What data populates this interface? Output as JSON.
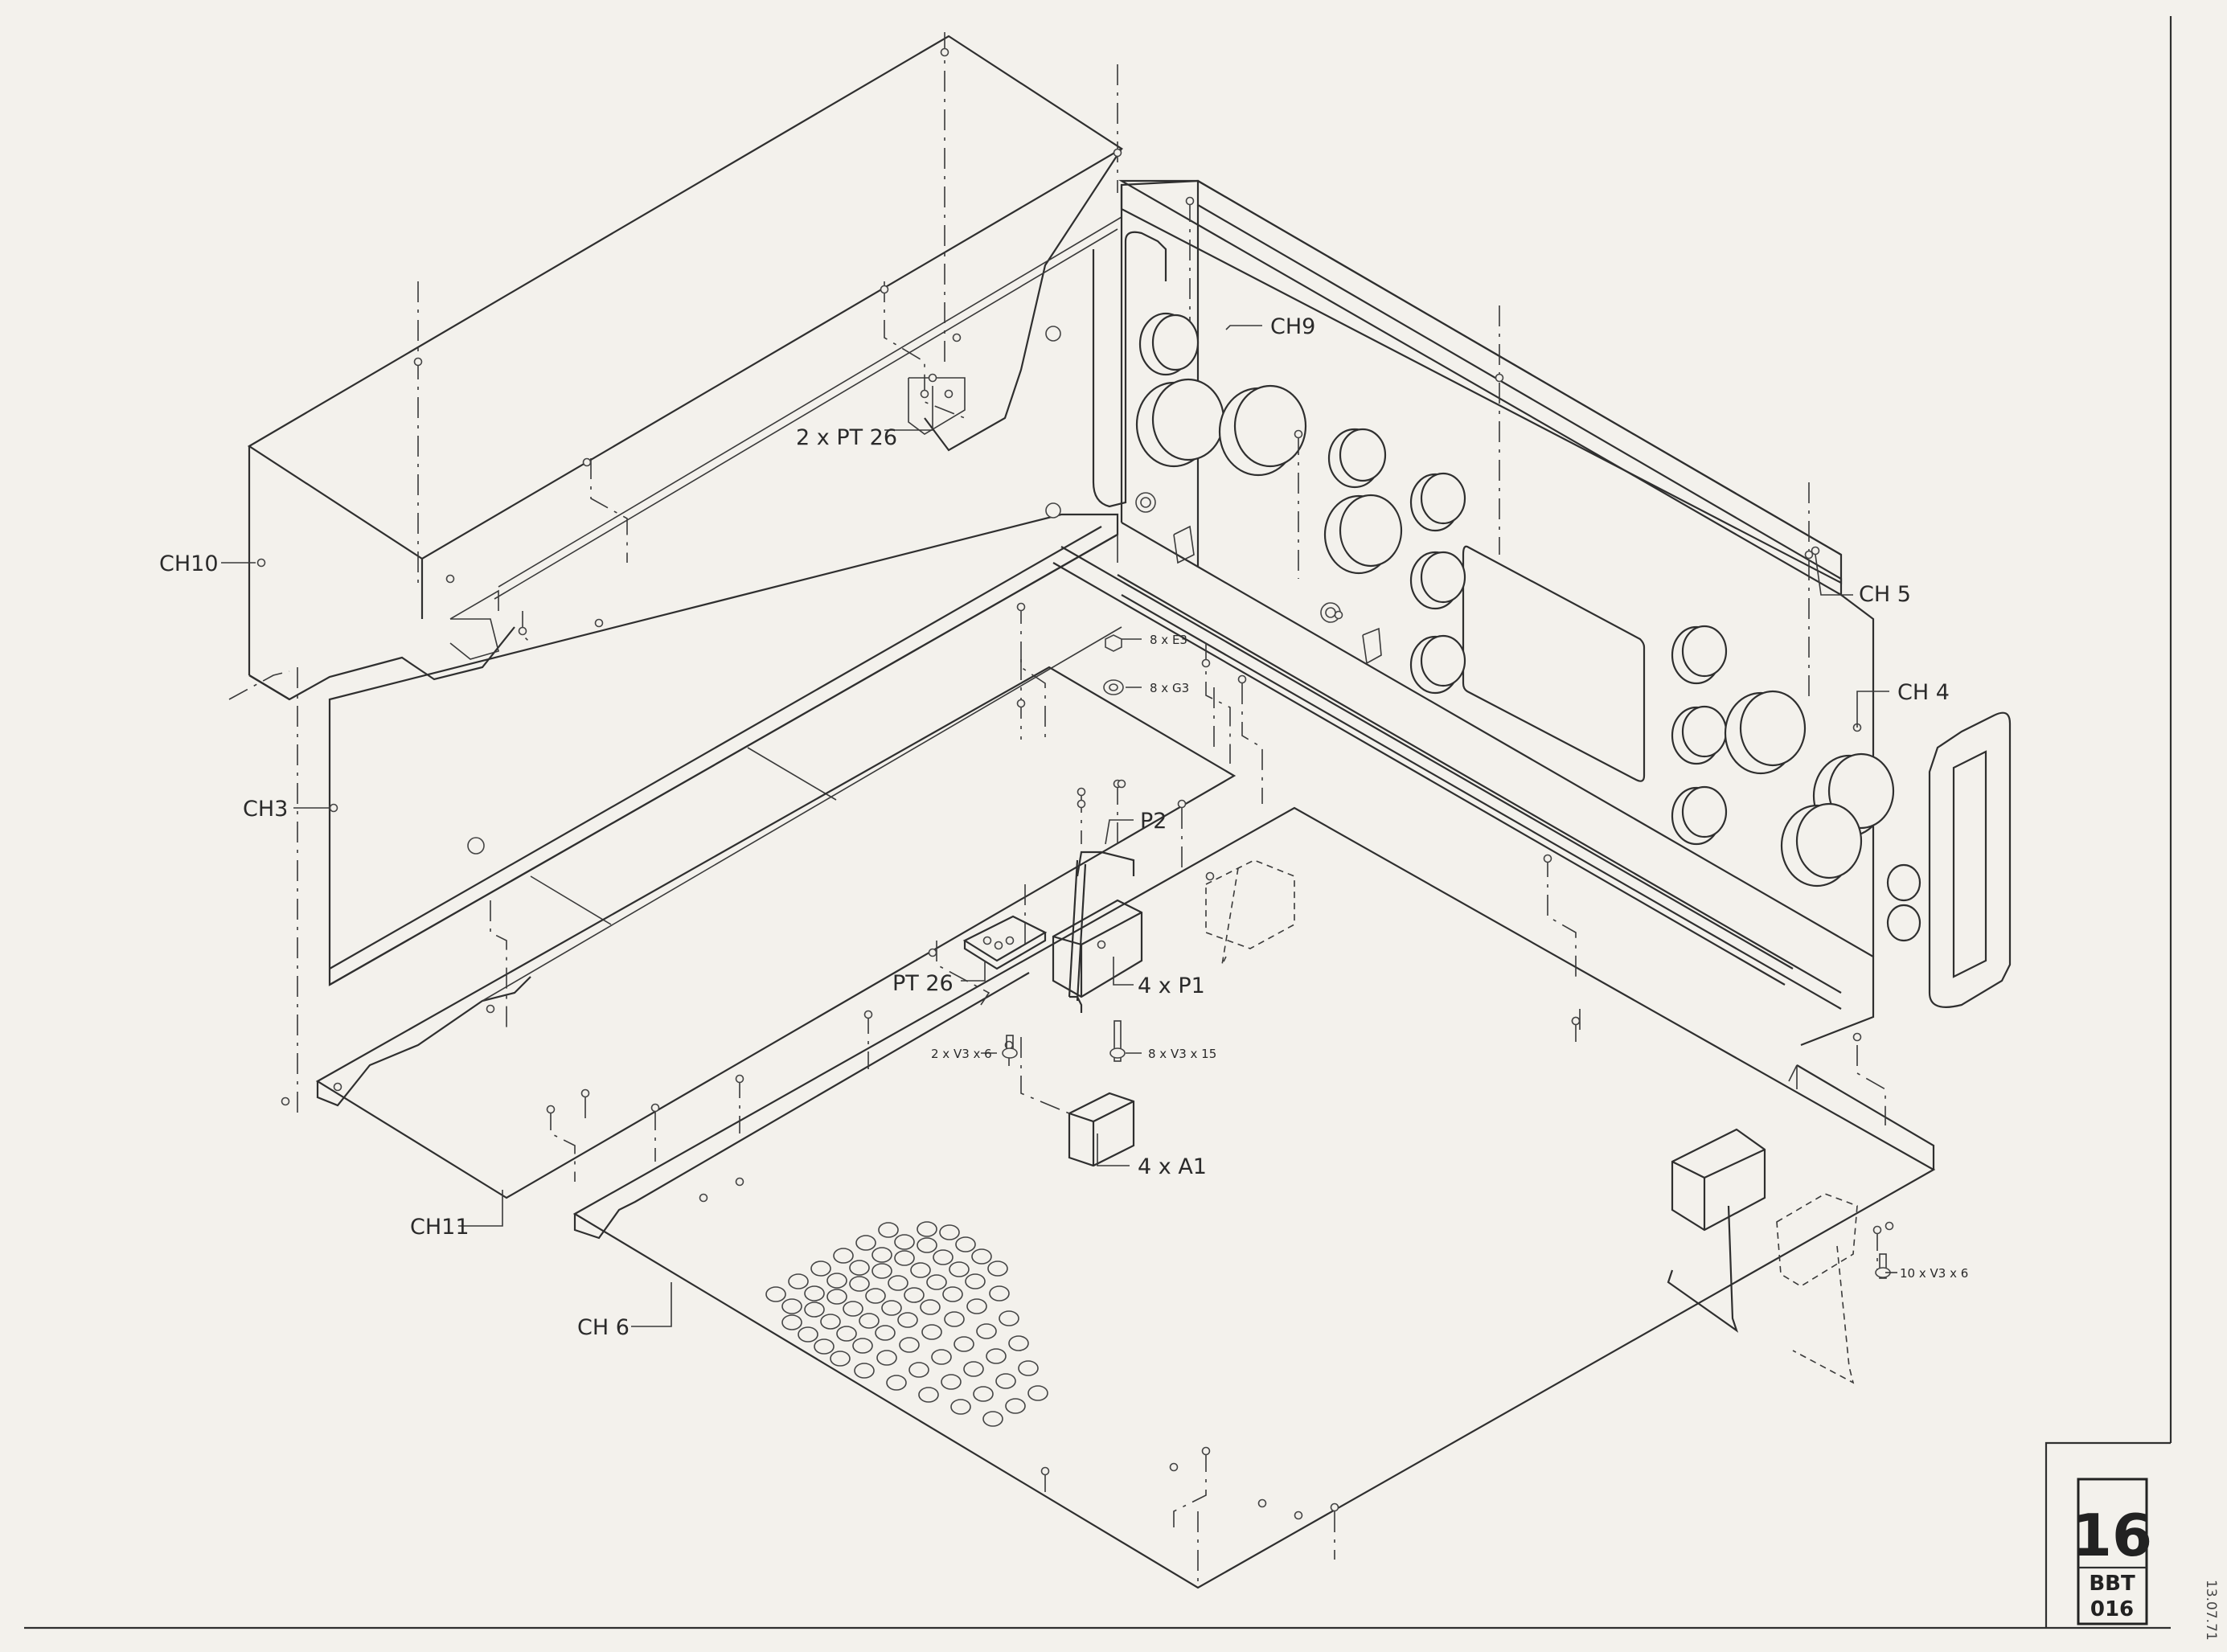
{
  "labels": {
    "ch10": "CH10",
    "ch3": "CH3",
    "ch9": "CH9",
    "ch5": "CH 5",
    "ch4": "CH 4",
    "ch11": "CH11",
    "ch6": "CH 6",
    "pt26_top": "2 x PT 26",
    "pt26": "PT 26",
    "p2": "P2",
    "p1": "4 x P1",
    "a1": "4 x A1",
    "e3": "8 x E3",
    "g3": "8 x G3",
    "v3x6_left": "2 x V3 x 6",
    "v3x15": "8 x V3 x 15",
    "v3x6_right": "10 x V3 x 6"
  },
  "plate": {
    "number": "16",
    "code_top": "BBT",
    "code_bottom": "016"
  },
  "date_ref": "13.07.71"
}
